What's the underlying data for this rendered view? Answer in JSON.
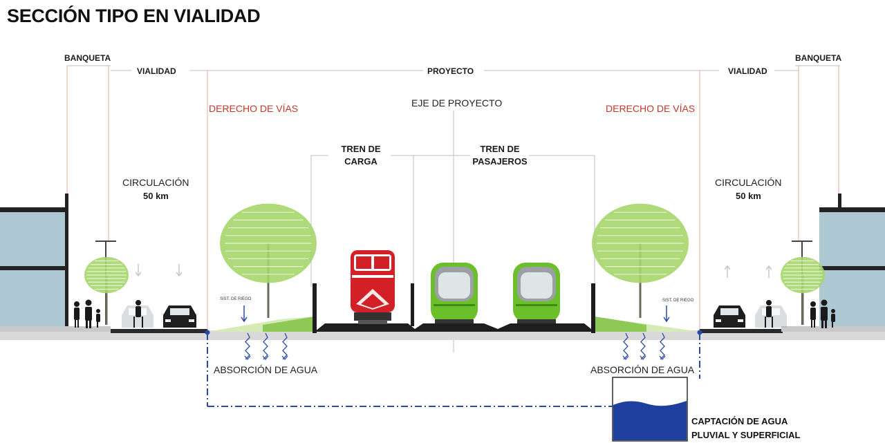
{
  "title": "SECCIÓN TIPO EN VIALIDAD",
  "labels": {
    "banqueta_left": "BANQUETA",
    "banqueta_right": "BANQUETA",
    "vialidad_left": "VIALIDAD",
    "vialidad_right": "VIALIDAD",
    "proyecto": "PROYECTO",
    "derecho_left": "DERECHO DE VÍAS",
    "derecho_right": "DERECHO DE VÍAS",
    "eje": "EJE DE PROYECTO",
    "tren_carga_1": "TREN DE",
    "tren_carga_2": "CARGA",
    "tren_pasajeros_1": "TREN DE",
    "tren_pasajeros_2": "PASAJEROS",
    "circulacion_left": "CIRCULACIÓN",
    "speed_left": "50 km",
    "circulacion_right": "CIRCULACIÓN",
    "speed_right": "50 km",
    "riego_left": "SIST. DE RIEGO",
    "riego_right": "SIST. DE RIEGO",
    "absorcion_left": "ABSORCIÓN DE AGUA",
    "absorcion_right": "ABSORCIÓN DE AGUA",
    "captacion_1": "CAPTACIÓN DE AGUA",
    "captacion_2": "PLUVIAL Y SUPERFICIAL"
  },
  "colors": {
    "right_of_way_line": "#e8a898",
    "dimension_line": "#bbbbbb",
    "freight_train": "#d32027",
    "passenger_train": "#6abf2a",
    "tree": "#a6d66b",
    "drainage": "#2a4ba5",
    "water_tank": "#1f3f9e",
    "building": "#aec8d3"
  }
}
